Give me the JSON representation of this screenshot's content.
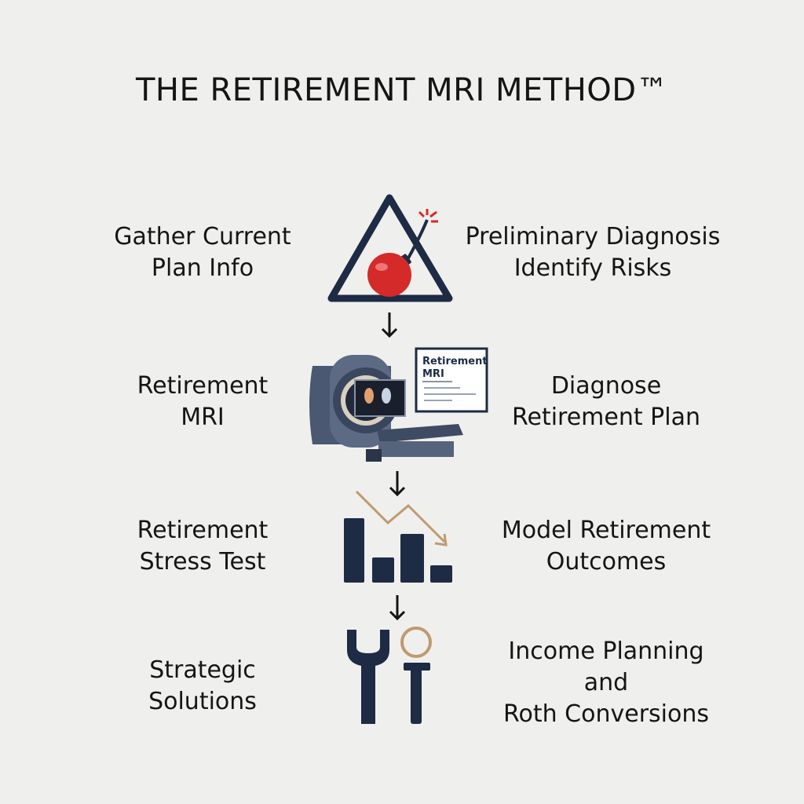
{
  "title": "THE RETIREMENT MRI METHOD™",
  "steps": [
    {
      "left": [
        "Gather Current",
        "Plan Info"
      ],
      "right": [
        "Preliminary Diagnosis",
        "Identify Risks"
      ],
      "icon": "warning-bomb-icon"
    },
    {
      "left": [
        "Retirement",
        "MRI"
      ],
      "right": [
        "Diagnose",
        "Retirement Plan"
      ],
      "icon": "mri-scanner-icon",
      "screen": {
        "title_line1": "Retirement",
        "title_line2": "MRI"
      }
    },
    {
      "left": [
        "Retirement",
        "Stress Test"
      ],
      "right": [
        "Model Retirement",
        "Outcomes"
      ],
      "icon": "declining-bar-chart-icon"
    },
    {
      "left": [
        "Strategic",
        "Solutions"
      ],
      "right": [
        "Income Planning",
        "and",
        "Roth Conversions"
      ],
      "icon": "tools-icon"
    }
  ],
  "colors": {
    "navy": "#1d2b45",
    "red": "#d42a2a",
    "tan": "#bf9a6e",
    "background": "#efefed"
  }
}
